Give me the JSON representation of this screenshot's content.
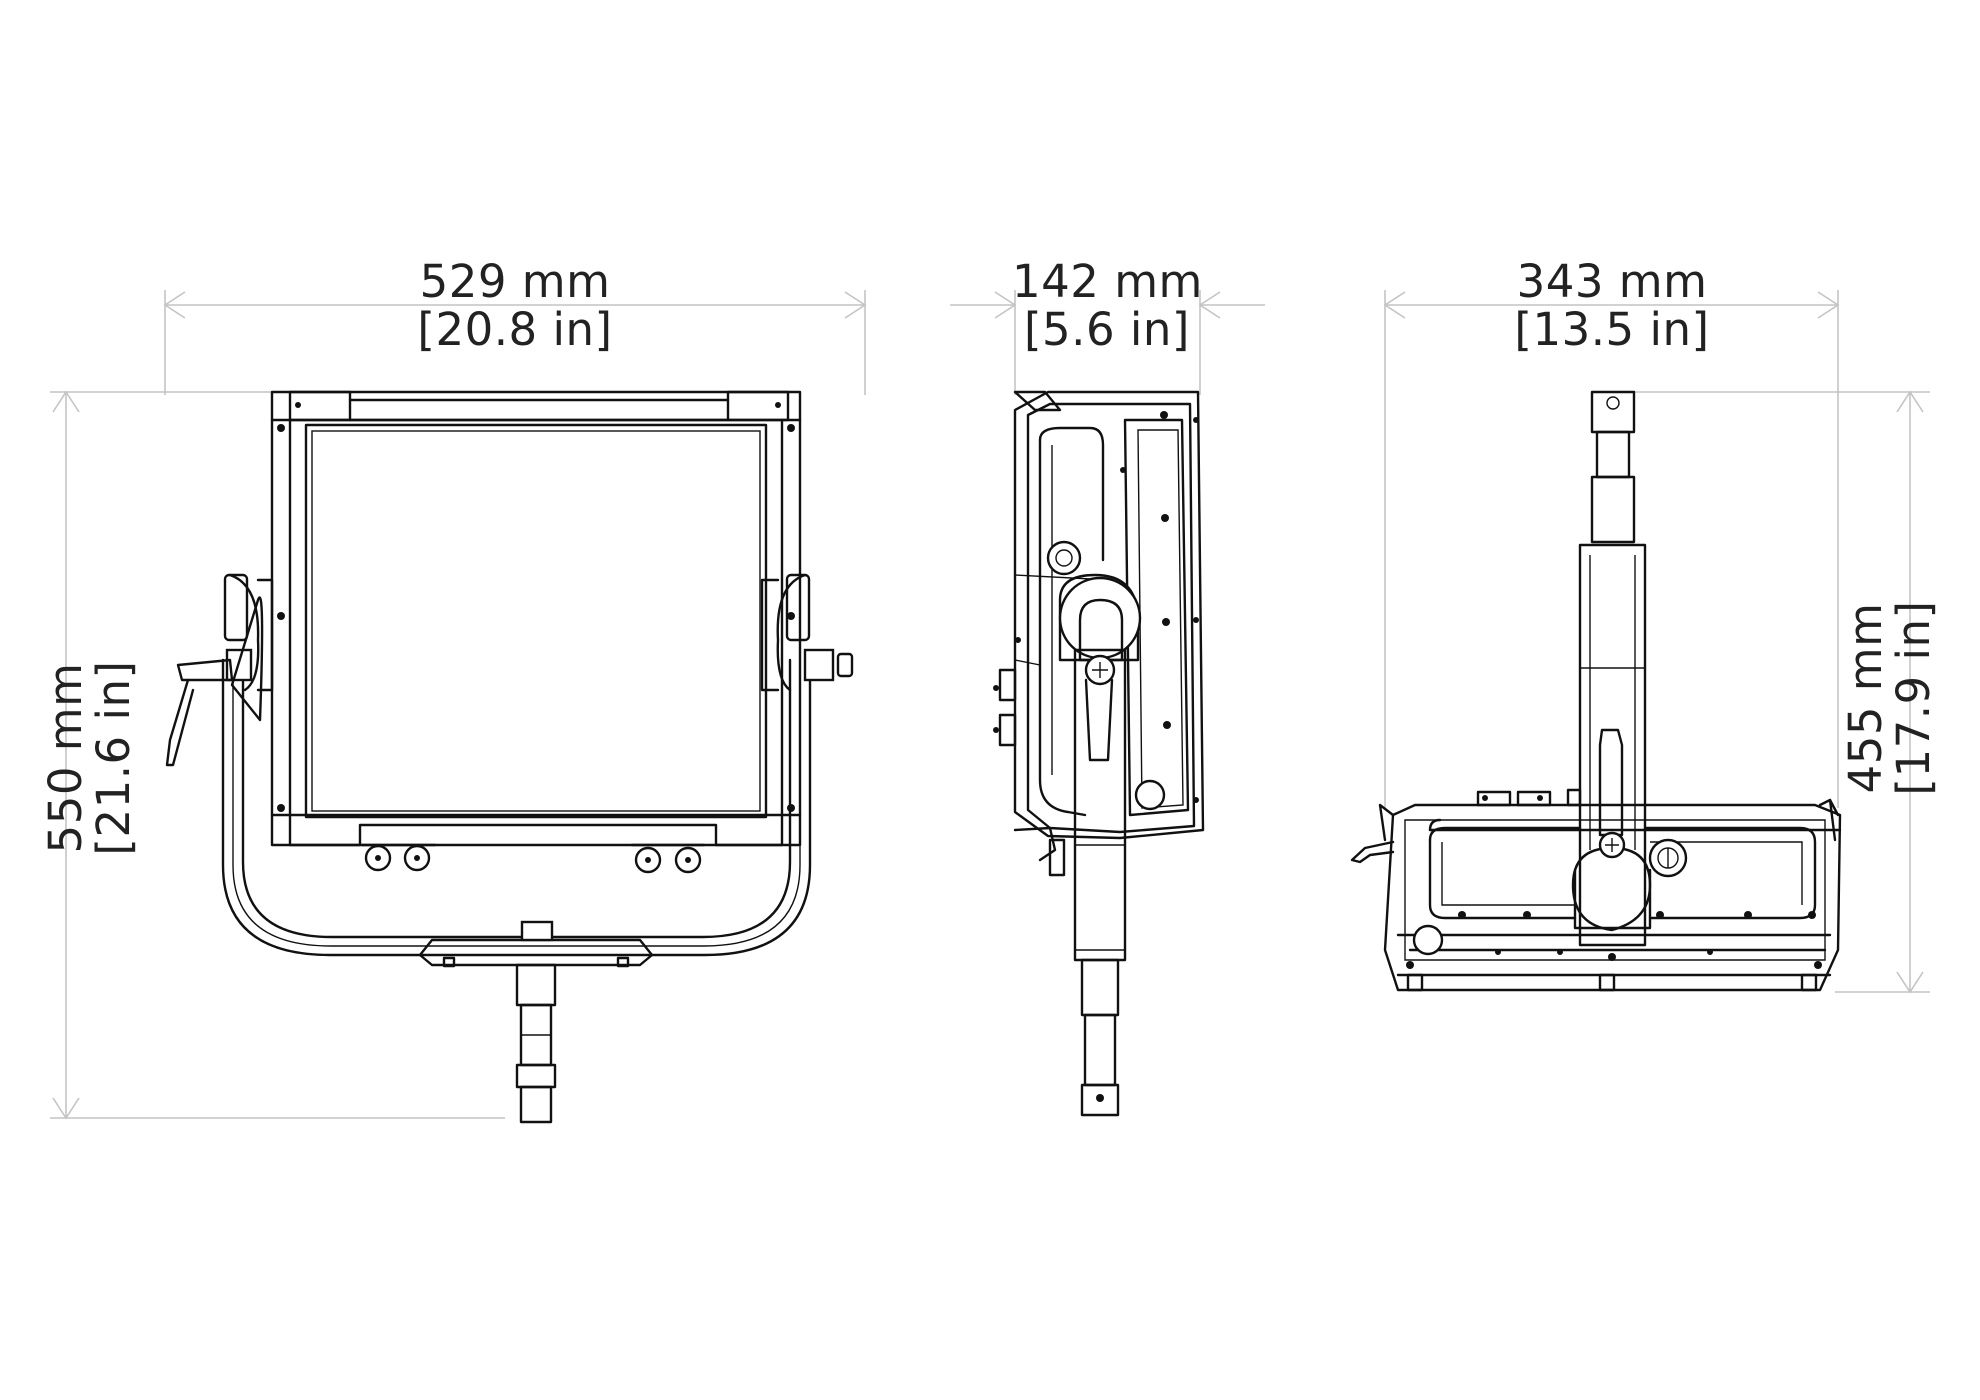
{
  "dimensions": {
    "front_width": {
      "mm": "529 mm",
      "inch": "[20.8 in]"
    },
    "front_height": {
      "mm": "550 mm",
      "inch": "[21.6 in]"
    },
    "side_depth": {
      "mm": "142 mm",
      "inch": "[5.6 in]"
    },
    "top_width": {
      "mm": "343 mm",
      "inch": "[13.5 in]"
    },
    "top_height": {
      "mm": "455 mm",
      "inch": "[17.9 in]"
    }
  },
  "colors": {
    "line": "#111111",
    "dimension_line": "#c4c4c4",
    "text": "#222222",
    "background": "#ffffff"
  }
}
